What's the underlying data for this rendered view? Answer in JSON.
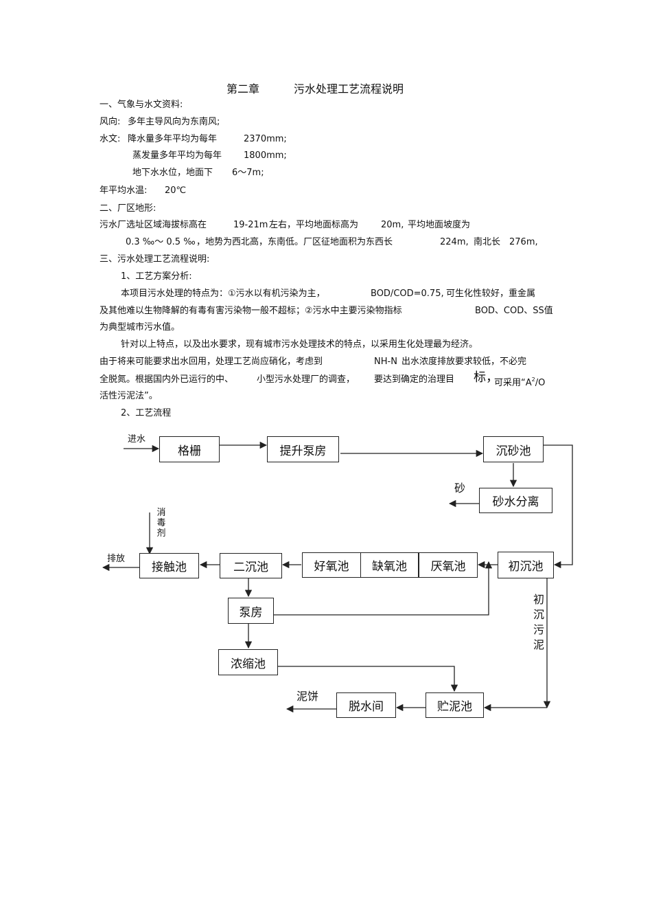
{
  "doc": {
    "chapter": "第二章",
    "title": "污水处理工艺流程说明",
    "s1": "一、气象与水文资料:",
    "wind_label": "风向:",
    "wind_text": "多年主导风向为东南风;",
    "hydro_label": "水文:",
    "rain_label": "降水量多年平均为每年",
    "rain_value": "2370mm;",
    "evap_label": "蒸发量多年平均为每年",
    "evap_value": "1800mm;",
    "ground_label": "地下水水位，地面下",
    "ground_value": "6～7m;",
    "temp_label": "年平均水温:",
    "temp_value": "20℃",
    "s2": "二、厂区地形:",
    "terrain1_a": "污水厂选址区域海拔标高在",
    "terrain1_b": "19-21m",
    "terrain1_c": "左右，平均地面标高为",
    "terrain1_d": "20m,",
    "terrain1_e": "平均地面坡度为",
    "terrain2_a": "0.3 ‰～ 0.5 ‰",
    "terrain2_b": "，地势为西北高，东南低。厂区征地面积为东西长",
    "terrain2_c": "224m,",
    "terrain2_d": "南北长",
    "terrain2_e": "276m,",
    "s3": "三、污水处理工艺流程说明:",
    "s3_1": "1、工艺方案分析:",
    "p1_a": "本项目污水处理的特点为：①污水以有机污染为主，",
    "p1_b": "BOD/COD=0.75,",
    "p1_c": "可生化性较好，重金属",
    "p2_a": "及其他难以生物降解的有毒有害污染物一般不超标；②污水中主要污染物指标",
    "p2_b": "BOD、COD、SS值",
    "p3": "为典型城市污水值。",
    "p4": "针对以上特点，以及出水要求，现有城市污水处理技术的特点，以采用生化处理最为经济。",
    "p5_a": "由于将来可能要求出水回用，处理工艺尚应硝化，考虑到",
    "p5_b": "NH-N",
    "p5_c": "出水浓度排放要求较低，不必完",
    "p6_a": "全脱氮。根据国内外已运行的中、",
    "p6_b": "小型污水处理厂的调查，",
    "p6_c": "要达到确定的治理目",
    "p6_d": "标，",
    "p6_e": "可采用“A",
    "p6_sup": "2",
    "p6_f": "/O",
    "p7": "活性污泥法”。",
    "s3_2": "2、工艺流程"
  },
  "flow": {
    "inlet": "进水",
    "grille": "格栅",
    "pump_house": "提升泵房",
    "grit_tank": "沉砂池",
    "sand": "砂",
    "sand_sep": "砂水分离",
    "disinfectant": "消毒剂",
    "discharge": "排放",
    "contact_tank": "接触池",
    "secondary_clarifier": "二沉池",
    "aerobic_tank": "好氧池",
    "anoxic_tank": "缺氧池",
    "anaerobic_tank": "厌氧池",
    "primary_clarifier": "初沉池",
    "primary_sludge": "初沉污泥",
    "return_pump": "泵房",
    "thickener": "浓缩池",
    "sludge_cake": "泥饼",
    "dewatering": "脱水间",
    "sludge_storage": "贮泥池"
  }
}
